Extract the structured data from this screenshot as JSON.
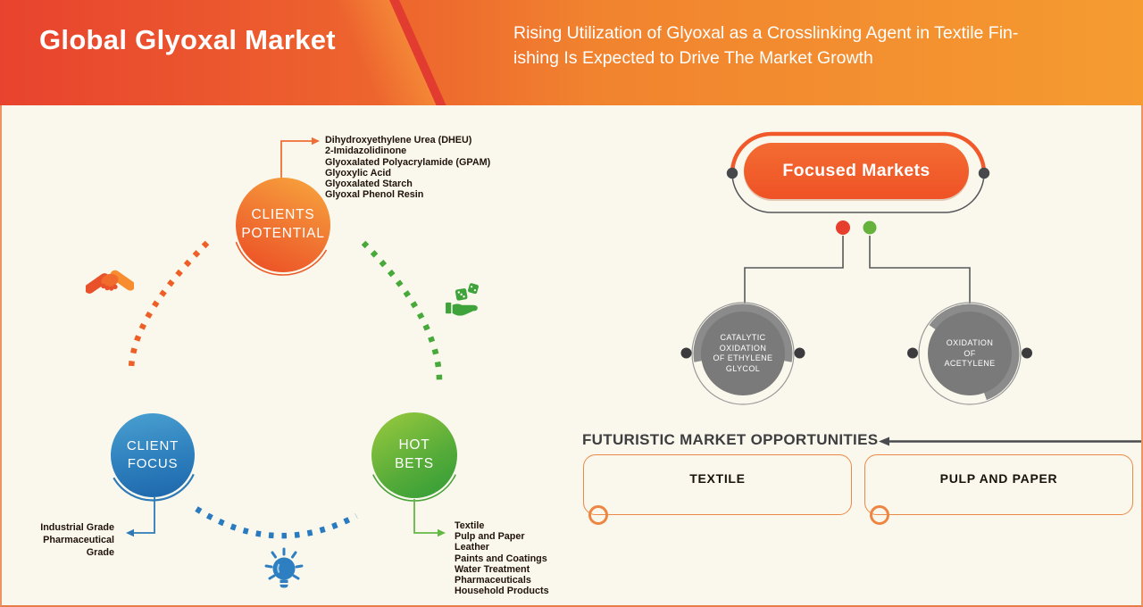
{
  "header": {
    "title": "Global Glyoxal Market",
    "subtitle_line1": "Rising Utilization of Glyoxal as a Crosslinking Agent in Textile Fin-",
    "subtitle_line2": "ishing Is Expected to Drive The Market Growth"
  },
  "left": {
    "clients_potential": {
      "line1": "CLIENTS",
      "line2": "POTENTIAL",
      "items": [
        "Dihydroxyethylene Urea (DHEU)",
        "2-Imidazolidinone",
        "Glyoxalated Polyacrylamide (GPAM)",
        "Glyoxylic Acid",
        "Glyoxalated Starch",
        "Glyoxal Phenol Resin"
      ]
    },
    "client_focus": {
      "line1": "CLIENT",
      "line2": "FOCUS",
      "items": [
        "Industrial Grade",
        "Pharmaceutical Grade"
      ]
    },
    "hot_bets": {
      "line1": "HOT",
      "line2": "BETS",
      "items": [
        "Textile",
        "Pulp and Paper",
        "Leather",
        "Paints and Coatings",
        "Water Treatment",
        "Pharmaceuticals",
        "Household Products"
      ]
    },
    "icons": {
      "handshake": "handshake-icon",
      "dice_hand": "dice-in-hand-icon",
      "lightbulb": "lightbulb-icon"
    }
  },
  "right": {
    "focused_markets_label": "Focused Markets",
    "process_left": {
      "lines": [
        "CATALYTIC",
        "OXIDATION",
        "OF ETHYLENE",
        "GLYCOL"
      ]
    },
    "process_right": {
      "lines": [
        "OXIDATION",
        "OF",
        "ACETYLENE"
      ]
    },
    "opportunities_heading": "FUTURISTIC MARKET OPPORTUNITIES",
    "box1_label": "TEXTILE",
    "box2_label": "PULP AND PAPER"
  },
  "colors": {
    "header_gradient_left": "#e8432e",
    "header_gradient_right": "#f59b30",
    "header_stripe": "#e23b30",
    "canvas_background": "#faf8ec",
    "canvas_border": "#ed9366",
    "orange_accent": "#ee5f27",
    "blue_accent": "#2d7ab8",
    "green_accent": "#46a93a",
    "gray_circle_fill": "#7a7a7a",
    "gray_ring": "#8b8b8b",
    "dark_dot": "#3b3b3d",
    "red_dot": "#e73f2d",
    "green_dot": "#67b13d",
    "pill_orange": "#f15b29",
    "heading_text": "#3e3e40",
    "list_text": "#20130a",
    "box_border": "#ec8946"
  }
}
